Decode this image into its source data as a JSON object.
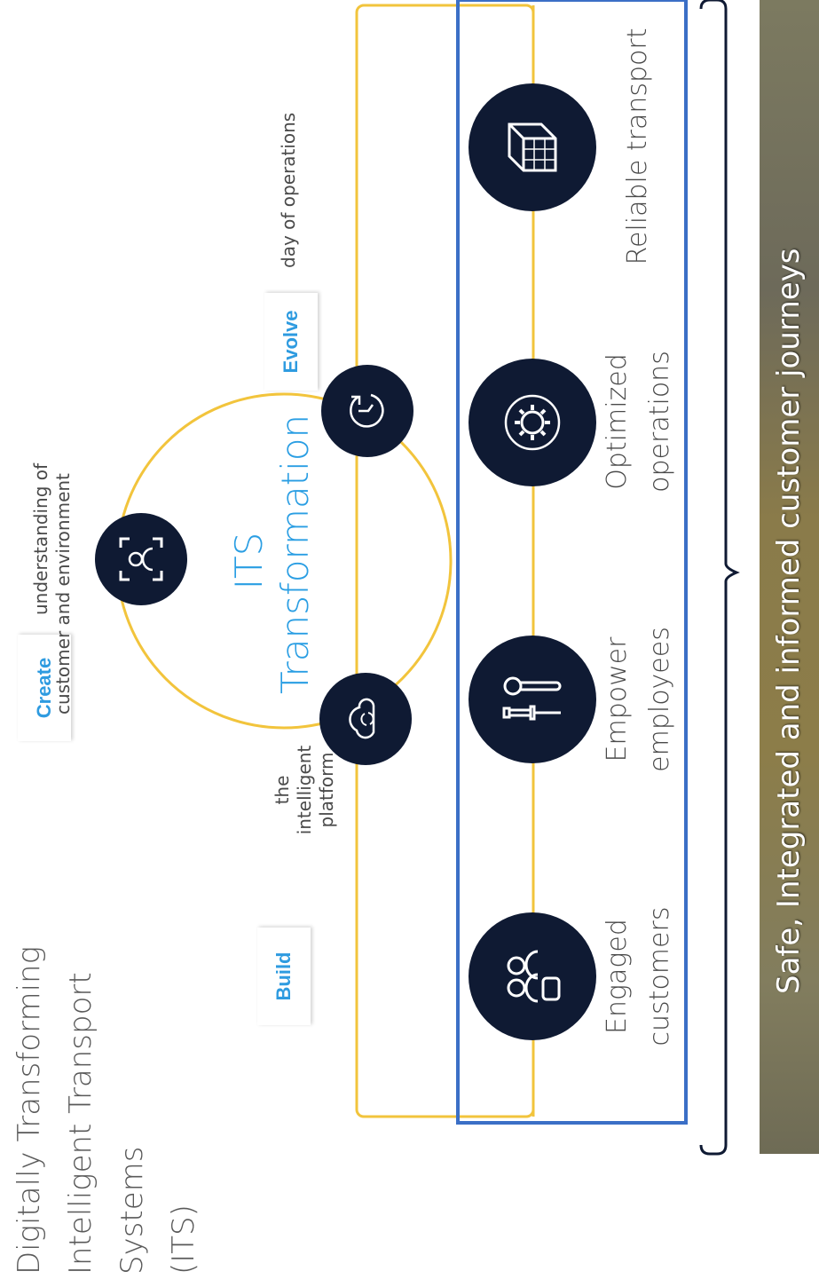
{
  "title": {
    "line1": "Digitally Transforming",
    "line2": "Intelligent Transport Systems",
    "line3": "(ITS)"
  },
  "cycle": {
    "center_line1": "ITS",
    "center_line2": "Transformation",
    "build": {
      "tag": "Build",
      "line1": "the intelligent",
      "line2": "platform"
    },
    "create": {
      "tag": "Create",
      "line1": "understanding of",
      "line2": "customer and environment"
    },
    "evolve": {
      "tag": "Evolve",
      "line1": "day of operations"
    }
  },
  "pillars": [
    {
      "line1": "Engaged",
      "line2": "customers",
      "icon": "people-icon"
    },
    {
      "line1": "Empower",
      "line2": "employees",
      "icon": "tools-icon"
    },
    {
      "line1": "Optimized",
      "line2": "operations",
      "icon": "gear-icon"
    },
    {
      "line1": "Reliable transport",
      "line2": "",
      "icon": "cube-icon"
    }
  ],
  "banner": {
    "text": "Safe, Integrated and informed customer journeys"
  },
  "colors": {
    "navy": "#0f1a33",
    "accent_blue": "#2a9ee3",
    "frame_blue": "#3b6fc6",
    "gold": "#f2c43c"
  }
}
